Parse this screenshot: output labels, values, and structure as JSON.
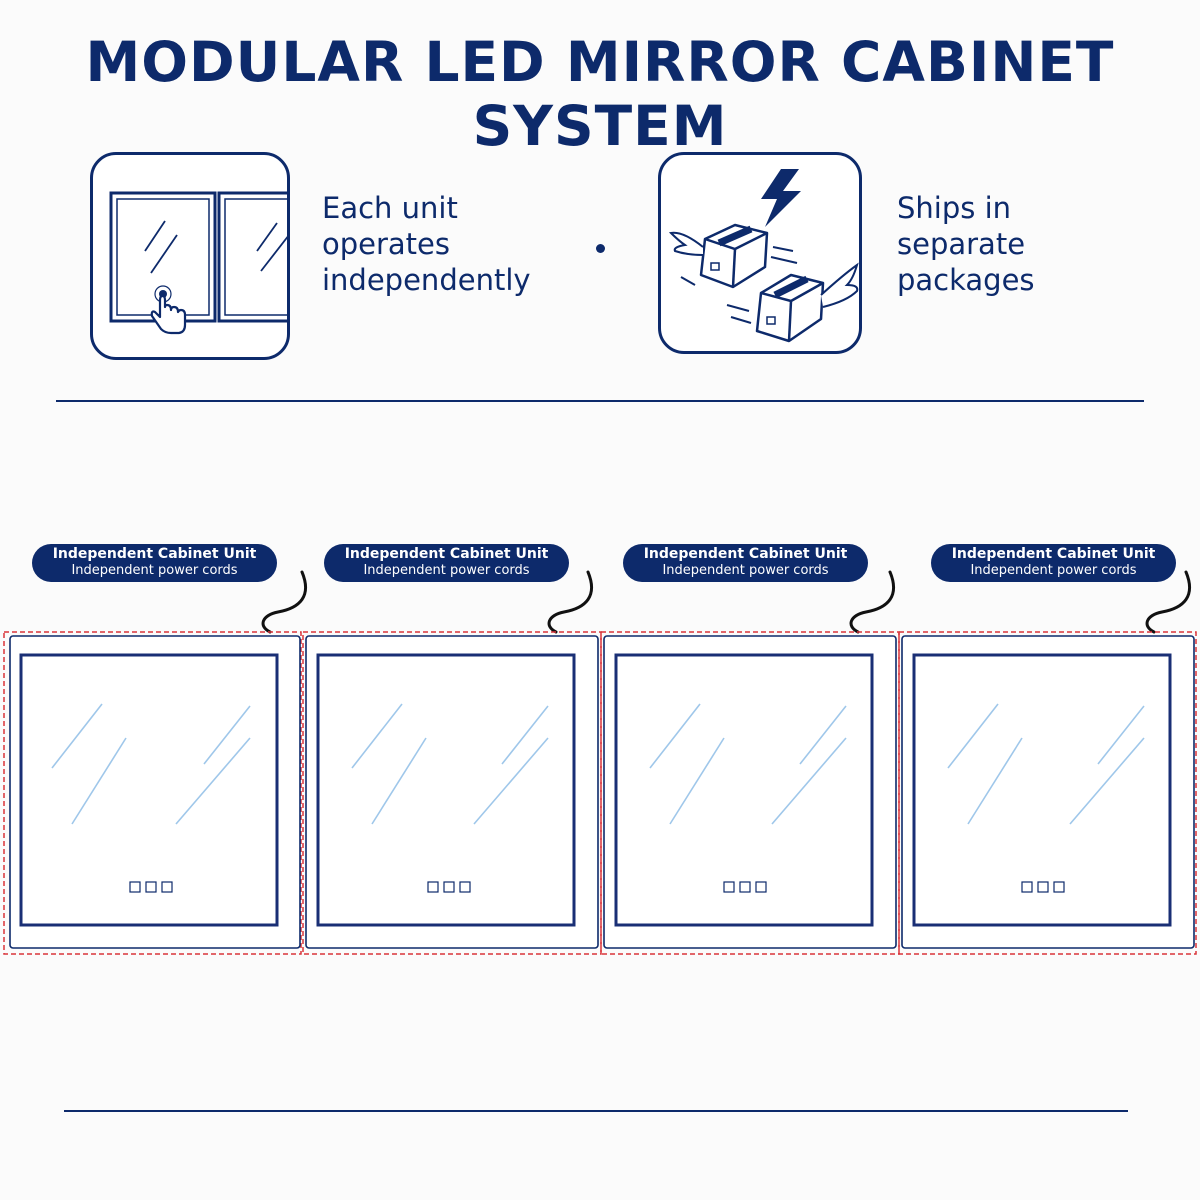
{
  "title": "MODULAR LED MIRROR CABINET SYSTEM",
  "features": [
    {
      "icon": "mirror-touch-icon",
      "lines": [
        "Each unit",
        "operates",
        "independently"
      ]
    },
    {
      "icon": "flying-boxes-icon",
      "lines": [
        "Ships in",
        "separate",
        "packages"
      ]
    }
  ],
  "units": [
    {
      "title": "Independent Cabinet Unit",
      "subtitle": "Independent power cords"
    },
    {
      "title": "Independent Cabinet Unit",
      "subtitle": "Independent power cords"
    },
    {
      "title": "Independent Cabinet Unit",
      "subtitle": "Independent power cords"
    },
    {
      "title": "Independent Cabinet Unit",
      "subtitle": "Independent power cords"
    }
  ],
  "colors": {
    "navy": "#0d2a6b",
    "dashed_outline": "#d9343b",
    "glass_glare": "#9fc7ea"
  }
}
